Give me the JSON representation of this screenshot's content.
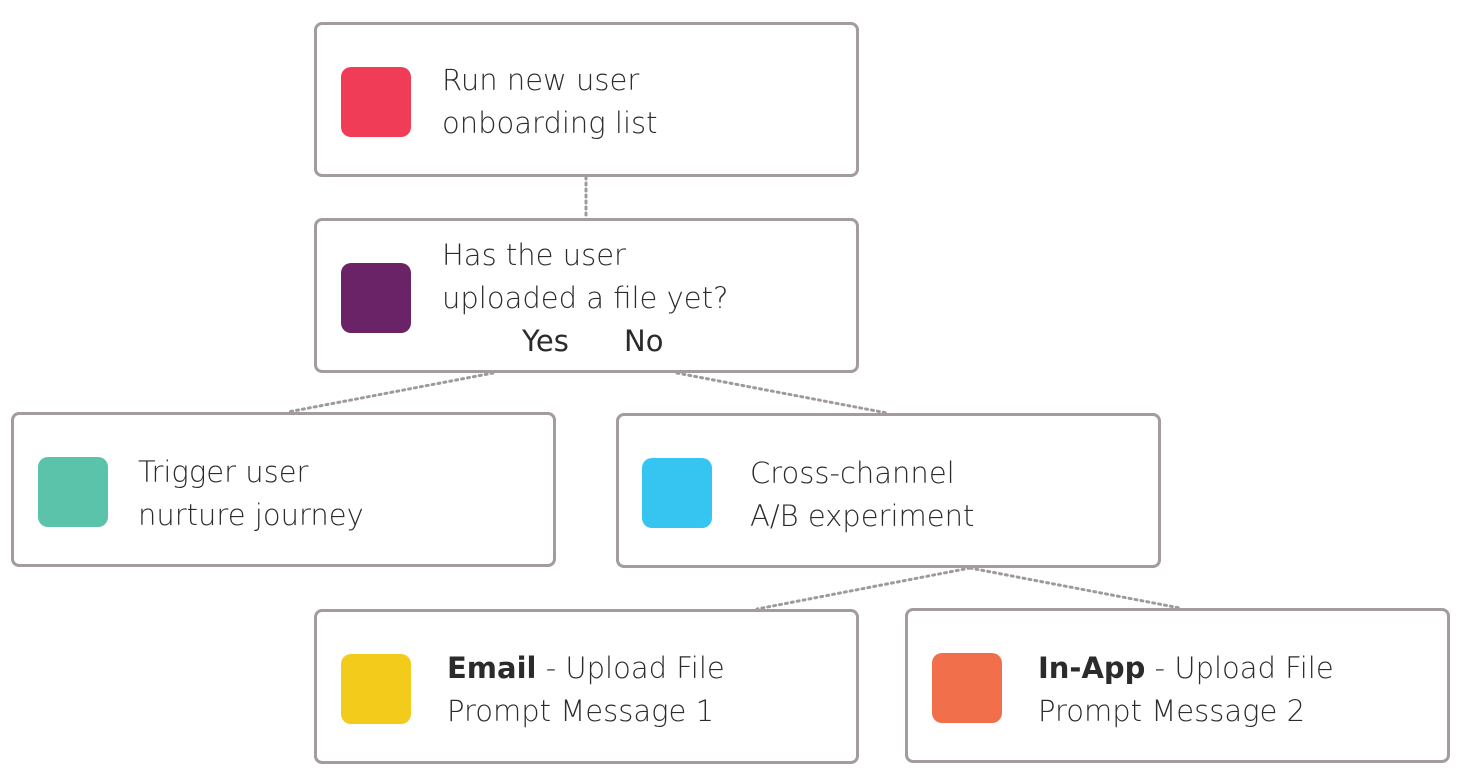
{
  "nodes": {
    "start": {
      "lines": [
        "Run new user",
        "onboarding list"
      ],
      "color": "#f03c57"
    },
    "decision": {
      "lines": [
        "Has the user",
        "uploaded a file yet?"
      ],
      "yes_label": "Yes",
      "no_label": "No",
      "color": "#6b2367"
    },
    "nurture": {
      "lines": [
        "Trigger user",
        "nurture journey"
      ],
      "color": "#5ac3a9"
    },
    "experiment": {
      "lines": [
        "Cross-channel",
        "A/B experiment"
      ],
      "color": "#36c5f0"
    },
    "email": {
      "channel": "Email",
      "rest": " - Upload File",
      "line2": "Prompt Message 1",
      "color": "#f2cb1b"
    },
    "inapp": {
      "channel": "In-App",
      "rest": " - Upload File",
      "line2": "Prompt Message 2",
      "color": "#f26f4b"
    }
  },
  "connector_color": "#9e9a9b",
  "border_color": "#a39b9d"
}
